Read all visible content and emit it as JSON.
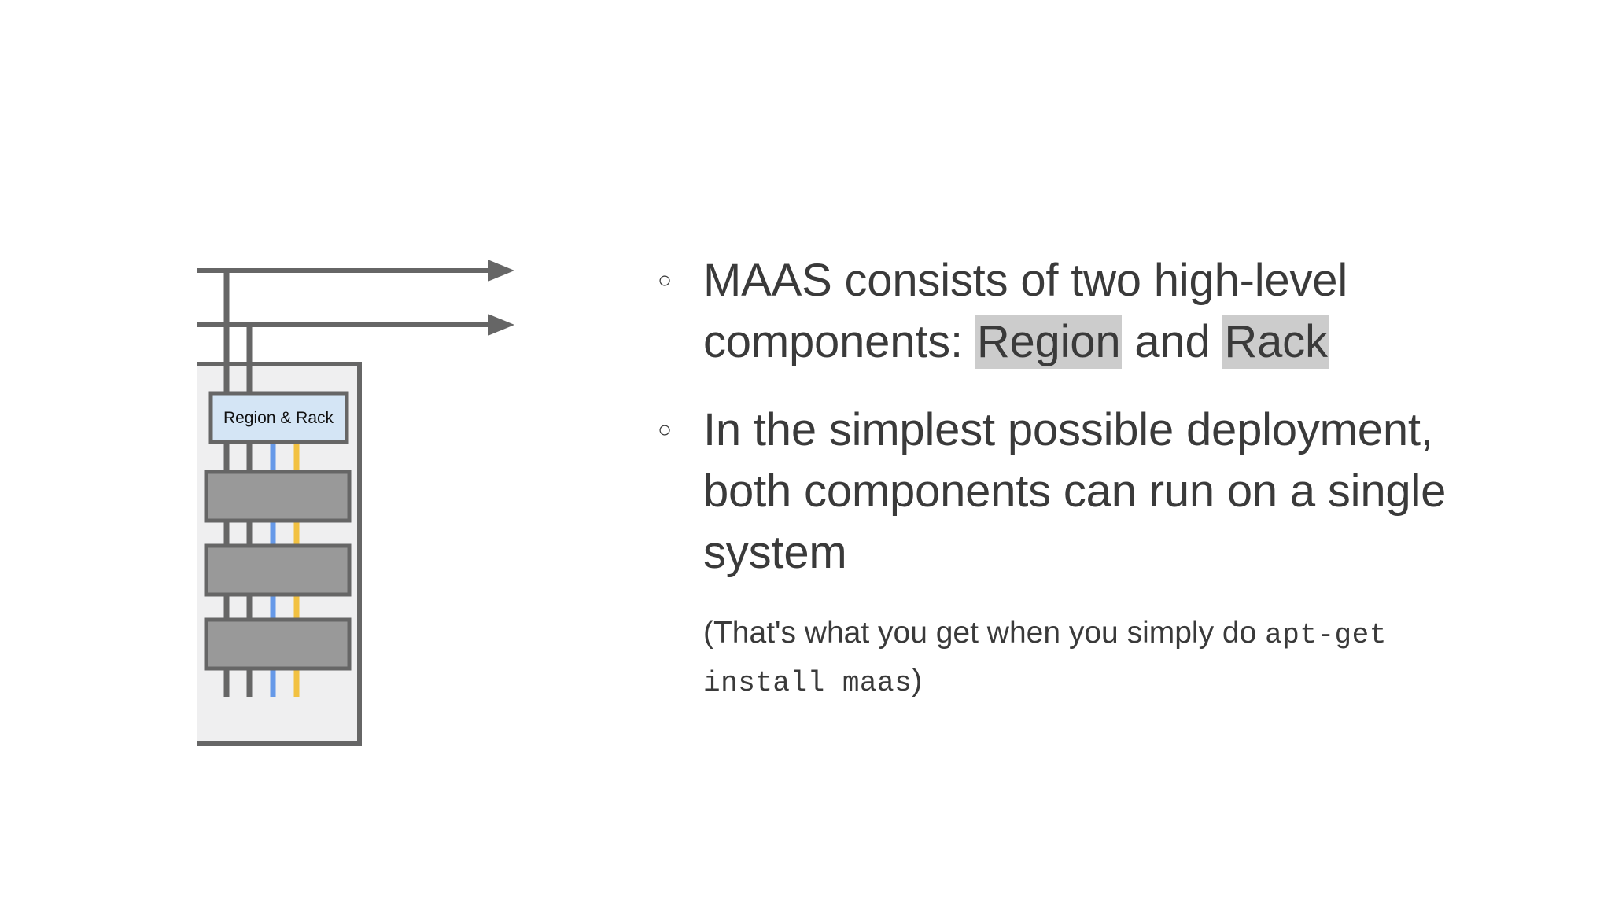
{
  "slide": {
    "background_color": "#ffffff",
    "text_color": "#3a3a3a",
    "highlight_color": "#cccccc"
  },
  "diagram": {
    "name": "maas-single-system-deployment-diagram",
    "outer_container": {
      "fill": "#efeff0",
      "stroke": "#666666"
    },
    "region_rack_box": {
      "label": "Region & Rack",
      "fill": "#d4e5f5",
      "stroke": "#666666"
    },
    "server_boxes": {
      "count": 3,
      "fill": "#999999",
      "stroke": "#666666"
    },
    "network_lines": [
      {
        "name": "upper-network-arrow",
        "color": "#666666"
      },
      {
        "name": "lower-network-arrow",
        "color": "#666666"
      }
    ],
    "vertical_links": [
      {
        "name": "gray-link-left",
        "color": "#666666"
      },
      {
        "name": "gray-link-right",
        "color": "#666666"
      },
      {
        "name": "blue-link",
        "color": "#6699e8"
      },
      {
        "name": "yellow-link",
        "color": "#f2c141"
      }
    ]
  },
  "content": {
    "bullets": [
      {
        "marker": "○",
        "segments": [
          {
            "text": "MAAS consists of two high-level components: ",
            "highlight": false
          },
          {
            "text": "Region",
            "highlight": true
          },
          {
            "text": " and ",
            "highlight": false
          },
          {
            "text": "Rack",
            "highlight": true
          }
        ]
      },
      {
        "marker": "○",
        "segments": [
          {
            "text": "In the simplest possible deployment, both components can run on a single system",
            "highlight": false
          }
        ]
      }
    ],
    "note": {
      "prefix": "(That's what you get when you simply do ",
      "command": "apt-get install maas",
      "suffix": ")"
    }
  }
}
